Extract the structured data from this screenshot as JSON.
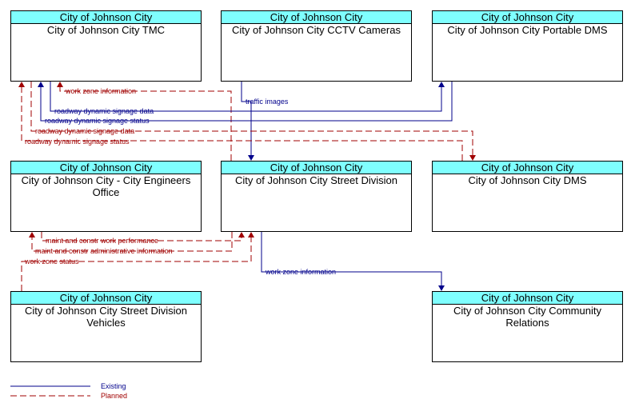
{
  "boxes": {
    "tmc": {
      "org": "City of Johnson City",
      "name": "City of Johnson City TMC"
    },
    "cctv": {
      "org": "City of Johnson City",
      "name": "City of Johnson City CCTV Cameras"
    },
    "portable_dms": {
      "org": "City of Johnson City",
      "name": "City of Johnson City Portable DMS"
    },
    "engineers": {
      "org": "City of Johnson City",
      "name": "City of Johnson City - City Engineers Office"
    },
    "street_division": {
      "org": "City of Johnson City",
      "name": "City of Johnson City Street Division"
    },
    "dms": {
      "org": "City of Johnson City",
      "name": "City of Johnson City DMS"
    },
    "vehicles": {
      "org": "City of Johnson City",
      "name": "City of Johnson City Street Division Vehicles"
    },
    "community": {
      "org": "City of Johnson City",
      "name": "City of Johnson City Community Relations"
    }
  },
  "flows": {
    "work_zone_info_tmc": "work zone information",
    "traffic_images": "traffic images",
    "rds_data_existing": "roadway dynamic signage data",
    "rds_status_existing": "roadway dynamic signage status",
    "rds_data_planned": "roadway dynamic signage data",
    "rds_status_planned": "roadway dynamic signage status",
    "maint_perf": "maint and constr work performance",
    "maint_admin": "maint and constr administrative information",
    "work_zone_status": "work zone status",
    "work_zone_info_community": "work zone information"
  },
  "legend": {
    "existing": "Existing",
    "planned": "Planned"
  },
  "colors": {
    "existing": "#00008b",
    "planned": "#a00000",
    "header": "#7fffff"
  }
}
